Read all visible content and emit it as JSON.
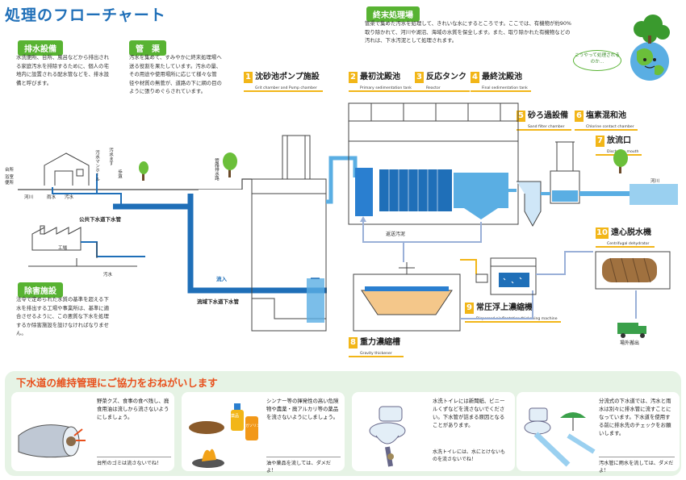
{
  "title": "処理のフローチャート",
  "sections": {
    "haisui": {
      "tag": "排水設備",
      "text": "水洗便所、台所、風呂などから排出される家庭汚水を排除するために、個人の宅地内に設置される配水管などを、排水設備と呼びます。"
    },
    "kankyo": {
      "tag": "管　渠",
      "text": "汚水を集めて、すみやかに終末処理場へ送る役割を果たしています。汚水の量、その用途や使用場所に応じて様々な管径や材質の無菅が、道路の下に網の目のように張りめぐらされています。"
    },
    "jogai": {
      "tag": "除害施設",
      "text": "法令で定められた水質の基準を超える下水を排出する工場や事業所は、基準に適合させるように、この悪質な下水を処理するか除害施設を設けなければなりません。"
    },
    "shumatsu": {
      "tag": "終末処理場",
      "text": "管渠で集めた汚水を処理して、きれいな水にするところです。ここでは、有機物が約90%取り除かれて、河川や湖沼、海域の水質を保全します。また、取り除かれた有機物などの汚れは、下水汚泥として処理されます。"
    }
  },
  "bubble": "こうやって処理されるのか…",
  "steps": [
    {
      "n": "1",
      "jp": "沈砂池ポンプ施設",
      "en": "Grit chamber and Pump chamber"
    },
    {
      "n": "2",
      "jp": "最初沈殿池",
      "en": "Primary sedimentation tank"
    },
    {
      "n": "3",
      "jp": "反応タンク",
      "en": "Reactor"
    },
    {
      "n": "4",
      "jp": "最終沈殿池",
      "en": "Final sedimentation tank"
    },
    {
      "n": "5",
      "jp": "砂ろ過設備",
      "en": "Sand filter chamber"
    },
    {
      "n": "6",
      "jp": "塩素混和池",
      "en": "Chlorine contact chamber"
    },
    {
      "n": "7",
      "jp": "放流口",
      "en": "Discharge mouth"
    },
    {
      "n": "8",
      "jp": "重力濃縮槽",
      "en": "Gravity thickener"
    },
    {
      "n": "9",
      "jp": "常圧浮上濃縮機",
      "en": "Dispersed-air floatation thickening machine"
    },
    {
      "n": "10",
      "jp": "遠心脱水機",
      "en": "Centrifugal dehydrator"
    }
  ],
  "labels": {
    "daidokoro": "台所",
    "yokushitsu": "浴室",
    "benjo": "便所",
    "kasen_left": "河川",
    "usui": "雨水",
    "osui": "汚水",
    "osui_manhole": "汚水マンホール",
    "osui_mas": "汚水ます",
    "kodo": "歩道",
    "kokyo": "公共下水道下水管",
    "kojo": "工場",
    "osui2": "汚水",
    "kansen": "管路排水路",
    "ryunyu": "流入",
    "ryuiki": "流域下水道下水管",
    "hensou": "返送汚泥",
    "kasen_right": "河川",
    "jogai_hanshutsu": "場外搬出"
  },
  "bottom": {
    "title": "下水道の維持管理にご協力をおねがいします",
    "cards": [
      {
        "text": "野菜クズ、食事の食べ残し、廃食用油は流しから流さないようにしましょう。",
        "note": "台所のゴミは流さないでね！"
      },
      {
        "text": "シンナー等の揮発性の高い危険物や農薬・廃アルカリ等の薬品を流さないようにしましょう。",
        "note": "油や薬品を流しては、ダメだよ！",
        "bottle1": "薬品",
        "bottle2": "ガソリン"
      },
      {
        "text": "水洗トイレには新聞紙、ビニールくずなどを流さないでください。下水管が詰まる原因となることがあります。",
        "note": "水洗トイレには、水にとけないものを流さないでね！"
      },
      {
        "text": "分流式の下水道では、汚水と雨水は別々に排水管に流すことになっています。下水道を使用する前に排水先のチェックをお願いします。",
        "note": "汚水管に雨水を流しては、ダメだよ！"
      }
    ]
  },
  "colors": {
    "blue": "#1f6fb8",
    "green": "#58b332",
    "orange": "#e8501c",
    "yellow": "#f2b618"
  }
}
